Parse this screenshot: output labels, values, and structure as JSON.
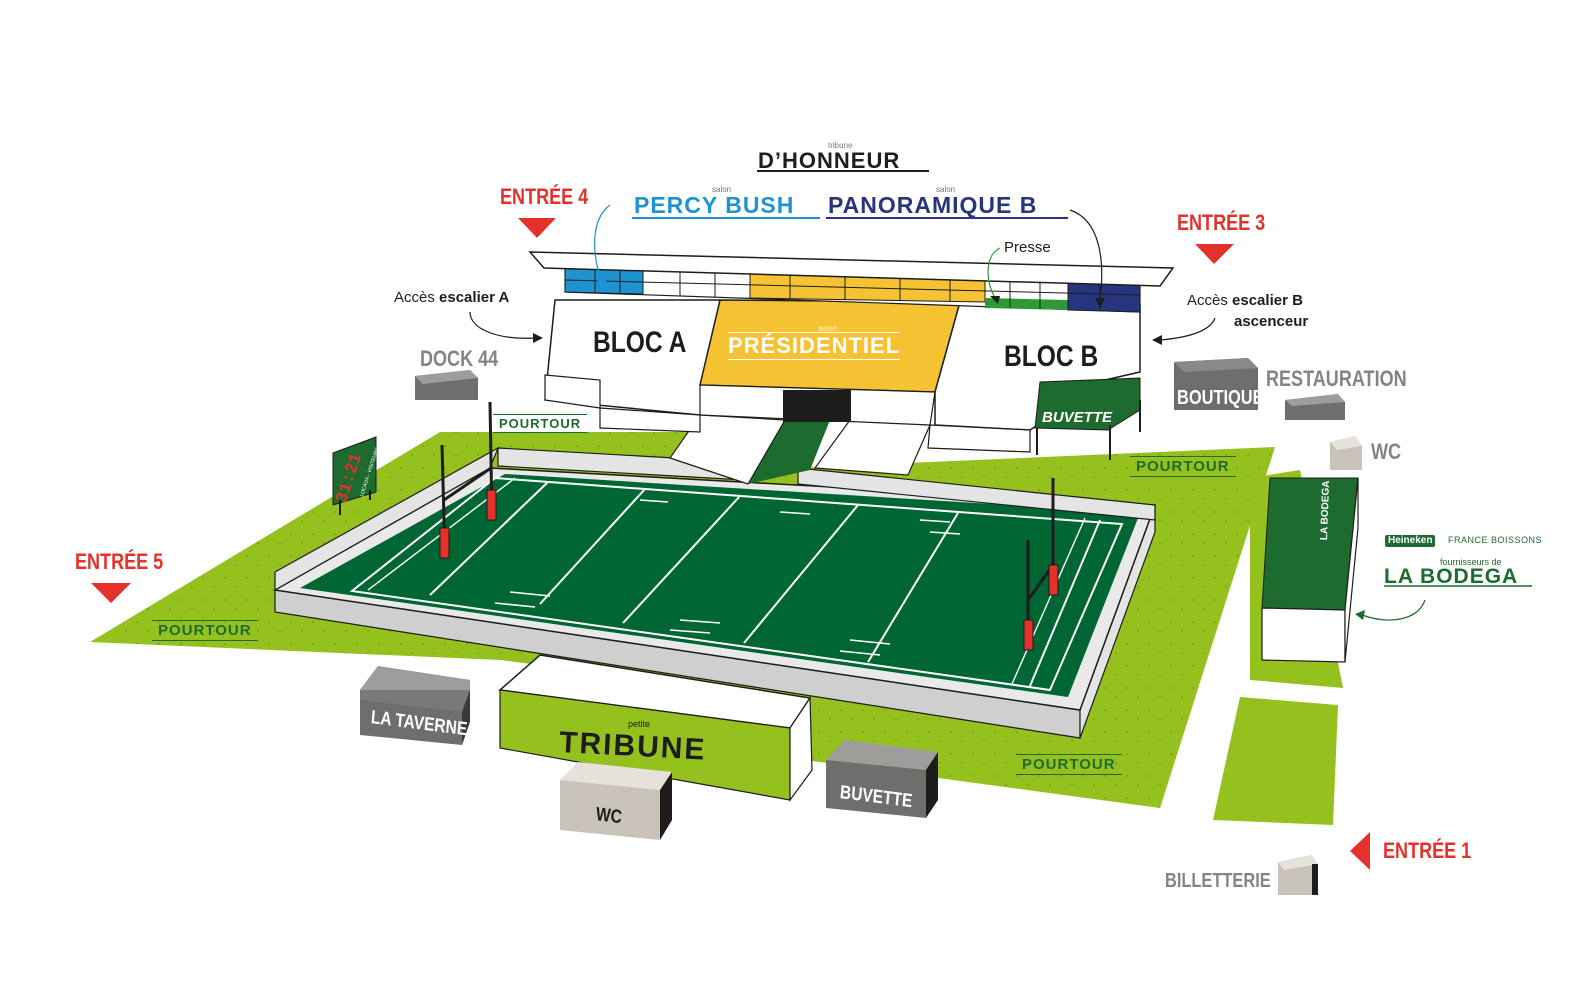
{
  "title": {
    "tribune_small": "tribune",
    "tribune_main": "D’HONNEUR",
    "salon_small": "salon",
    "percy": "PERCY BUSH",
    "panoramique": "PANORAMIQUE B"
  },
  "entrances": {
    "e1": "ENTRÉE 1",
    "e3": "ENTRÉE 3",
    "e4": "ENTRÉE 4",
    "e5": "ENTRÉE 5"
  },
  "stand": {
    "bloc_a": "BLOC A",
    "bloc_b": "BLOC B",
    "president_small": "salon",
    "president": "PRÉSIDENTIEL",
    "presse": "Presse",
    "access_a_prefix": "Accès",
    "access_a_bold": "escalier A",
    "access_b_prefix": "Accès",
    "access_b_bold": "escalier B",
    "access_b_line2": "ascenceur",
    "buvette_top": "BUVETTE"
  },
  "buildings": {
    "dock": "DOCK 44",
    "boutique": "BOUTIQUE",
    "restauration": "RESTAURATION",
    "wc_right": "WC",
    "la_taverne": "LA TAVERNE",
    "wc_bottom": "WC",
    "buvette_bottom": "BUVETTE",
    "billetterie": "BILLETTERIE"
  },
  "pourtour": {
    "top_left": "POURTOUR",
    "top_right": "POURTOUR",
    "left": "POURTOUR",
    "bottom_right": "POURTOUR"
  },
  "tribune": {
    "small": "petite",
    "main": "TRIBUNE"
  },
  "scoreboard": {
    "score": "31:21",
    "caption": "LOCAUX - VISITEURS"
  },
  "bodega": {
    "sponsor_a": "Heineken",
    "sponsor_b": "FRANCE BOISSONS",
    "subtitle": "fournisseurs de",
    "name": "LA BODEGA"
  },
  "colors": {
    "grass": "#95c11f",
    "pitch": "#006633",
    "entry_red": "#e5312b",
    "percy_blue": "#1d93d2",
    "panoramique_navy": "#27357e",
    "president_yellow": "#f5c233",
    "building_grey": "#6f6e6c",
    "building_light": "#c8c2b9"
  }
}
